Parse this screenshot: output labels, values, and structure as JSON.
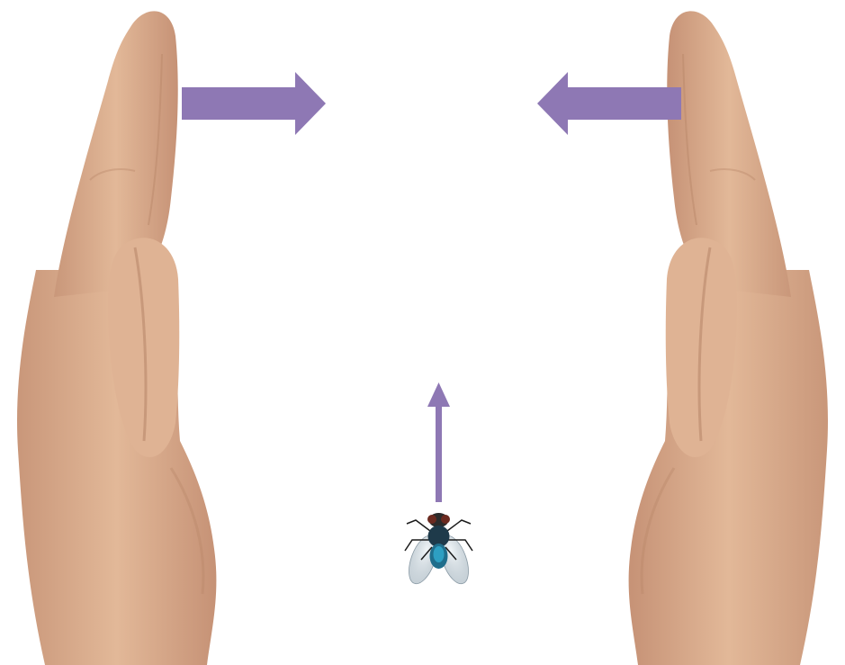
{
  "scene": {
    "background_color": "#ffffff",
    "arrow_color": "#8e78b4",
    "skin_color": "#dcae8f",
    "skin_shadow_color": "#b9876a",
    "fly_body_color": "#1e3a4a",
    "fly_accent_color": "#2d9fc2"
  },
  "elements": {
    "left_hand": "left-hand",
    "right_hand": "right-hand",
    "left_arrow_direction": "right",
    "right_arrow_direction": "left",
    "fly_arrow_direction": "up",
    "fly": "fly"
  }
}
